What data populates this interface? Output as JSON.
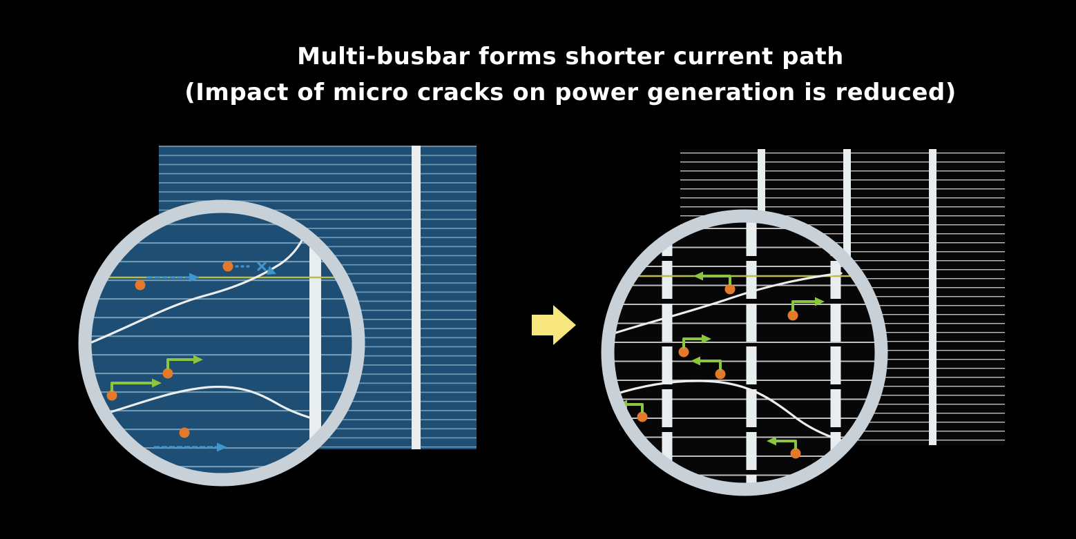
{
  "title": {
    "line1": "Multi-busbar forms shorter current path",
    "line2": "(Impact of micro cracks on power generation is reduced)"
  },
  "colors": {
    "background": "#000000",
    "title_text": "#ffffff",
    "left_cell": "#1e4e73",
    "left_finger": "#6f9ab6",
    "right_cell": "#070707",
    "right_finger": "#c0c0c0",
    "busbar": "#e8edf0",
    "magnifier_ring": "#c8d1d8",
    "transition_arrow": "#f7e67e",
    "electron_dot": "#e5792b",
    "path_green": "#8cc63e",
    "path_blue": "#3f96cc",
    "crack": "#ededed",
    "ribbon_line": "#bcbc4a"
  },
  "icons": {
    "transition_arrow": "right-block-arrow",
    "blocked_path": "x-mark"
  }
}
